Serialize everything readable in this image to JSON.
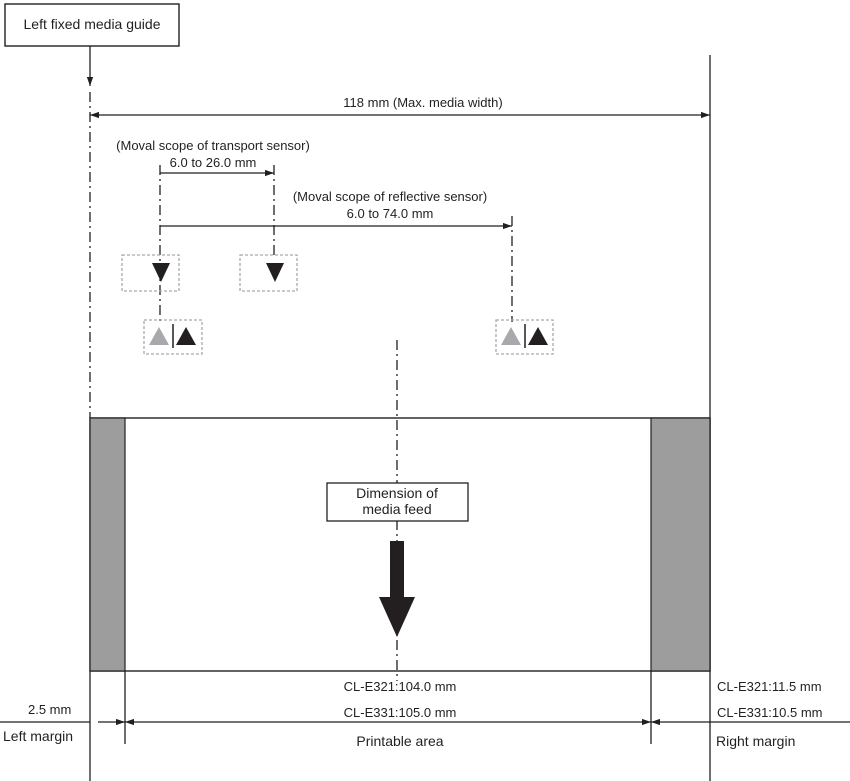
{
  "guide_label": "Left fixed media guide",
  "max_width_label": "118 mm (Max. media width)",
  "transport_sensor": {
    "scope_label": "(Moval scope of transport sensor)",
    "range_label": "6.0 to 26.0 mm"
  },
  "reflective_sensor": {
    "scope_label": "(Moval scope of reflective sensor)",
    "range_label": "6.0 to 74.0 mm"
  },
  "feed_label": [
    "Dimension of",
    "media feed"
  ],
  "printable": {
    "e321_label": "CL-E321:104.0 mm",
    "e331_label": "CL-E331:105.0 mm",
    "area_label": "Printable area"
  },
  "left_margin": {
    "value_label": "2.5 mm",
    "label": "Left margin"
  },
  "right_margin": {
    "e321_label": "CL-E321:11.5 mm",
    "e331_label": "CL-E331:10.5 mm",
    "label": "Right margin"
  },
  "colors": {
    "ink": "#231f20",
    "margin_fill": "#9d9d9d",
    "sensor_gray": "#a7a9ac"
  }
}
